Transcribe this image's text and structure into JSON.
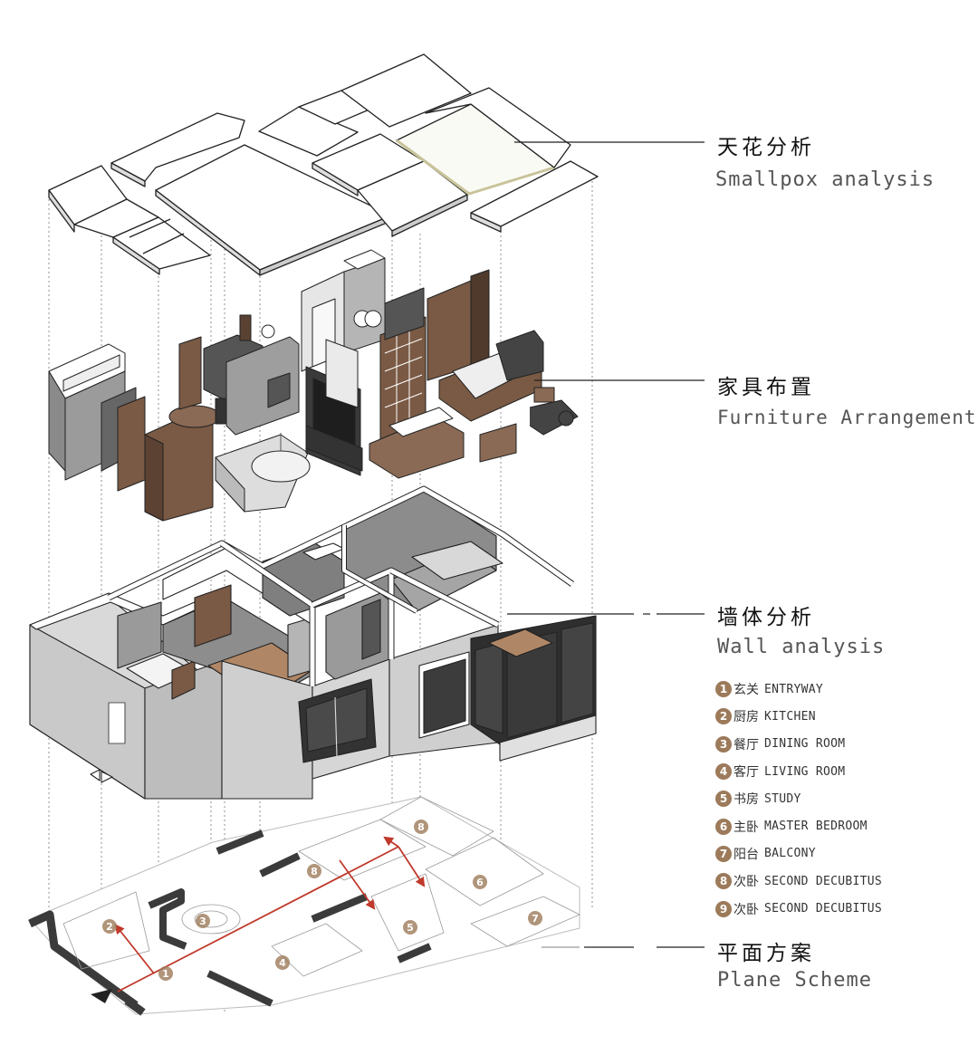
{
  "sections": {
    "ceiling": {
      "zh": "天花分析",
      "en": "Smallpox analysis"
    },
    "furniture": {
      "zh": "家具布置",
      "en": "Furniture Arrangement"
    },
    "wall": {
      "zh": "墙体分析",
      "en": "Wall analysis"
    },
    "plan": {
      "zh": "平面方案",
      "en": "Plane Scheme"
    }
  },
  "legend": [
    {
      "num": "1",
      "zh": "玄关",
      "en": "ENTRYWAY"
    },
    {
      "num": "2",
      "zh": "厨房",
      "en": "KITCHEN"
    },
    {
      "num": "3",
      "zh": "餐厅",
      "en": "DINING ROOM"
    },
    {
      "num": "4",
      "zh": "客厅",
      "en": "LIVING ROOM"
    },
    {
      "num": "5",
      "zh": "书房",
      "en": "STUDY"
    },
    {
      "num": "6",
      "zh": "主卧",
      "en": "MASTER BEDROOM"
    },
    {
      "num": "7",
      "zh": "阳台",
      "en": "BALCONY"
    },
    {
      "num": "8",
      "zh": "次卧",
      "en": "SECOND DECUBITUS"
    },
    {
      "num": "9",
      "zh": "次卧",
      "en": "SECOND DECUBITUS"
    }
  ],
  "plan_markers": [
    "1",
    "2",
    "3",
    "4",
    "5",
    "6",
    "7",
    "8",
    "8"
  ],
  "colors": {
    "accent_brown": "#9c7a5a",
    "wood": "#7a5a44",
    "floor_wood": "#b08766",
    "wall_grey": "#d4d4d4",
    "dark_wall": "#3a3a3a",
    "flow_red": "#c0392b"
  }
}
